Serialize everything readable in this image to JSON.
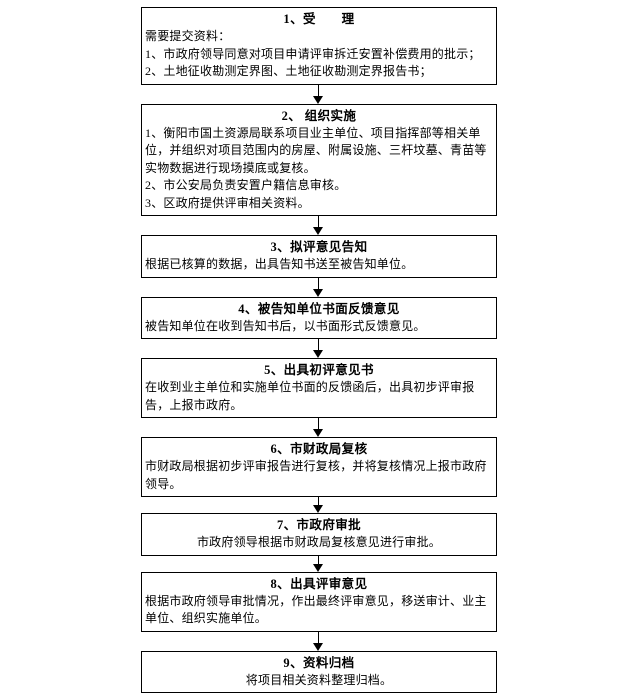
{
  "chart_data": {
    "type": "diagram",
    "diagram_kind": "vertical-flowchart",
    "title": "",
    "node_count": 9,
    "connector_style": "down-arrow",
    "colors": {
      "border": "#000000",
      "background": "#ffffff",
      "text": "#000000"
    }
  },
  "flowchart": {
    "nodes": [
      {
        "id": "node-1",
        "name": "shouli",
        "title": "1、受　　理",
        "align": "left",
        "lines": [
          "需要提交资料：",
          "1、市政府领导同意对项目申请评审拆迁安置补偿费用的批示；",
          "2、土地征收勘测定界图、土地征收勘测定界报告书；"
        ]
      },
      {
        "id": "node-2",
        "name": "zuzhi-shishi",
        "title": "2、 组织实施",
        "align": "left",
        "lines": [
          "1、衡阳市国土资源局联系项目业主单位、项目指挥部等相关单位，并组织对项目范围内的房屋、附属设施、三杆坟墓、青苗等实物数据进行现场摸底或复核。",
          "2、市公安局负责安置户籍信息审核。",
          "3、区政府提供评审相关资料。"
        ]
      },
      {
        "id": "node-3",
        "name": "niping-yijian-gaozhi",
        "title": "3、拟评意见告知",
        "align": "left",
        "lines": [
          "根据已核算的数据，出具告知书送至被告知单位。"
        ]
      },
      {
        "id": "node-4",
        "name": "beigaozhi-danwei-shumian-fankui",
        "title": "4、被告知单位书面反馈意见",
        "align": "left",
        "lines": [
          "被告知单位在收到告知书后，以书面形式反馈意见。"
        ]
      },
      {
        "id": "node-5",
        "name": "chuju-chuping-yijianshu",
        "title": "5、出具初评意见书",
        "align": "left",
        "lines": [
          "在收到业主单位和实施单位书面的反馈函后，出具初步评审报告，上报市政府。"
        ]
      },
      {
        "id": "node-6",
        "name": "shi-caizhengju-fuhe",
        "title": "6、市财政局复核",
        "align": "left",
        "lines": [
          "市财政局根据初步评审报告进行复核，并将复核情况上报市政府领导。"
        ]
      },
      {
        "id": "node-7",
        "name": "shi-zhengfu-shenpi",
        "title": "7、市政府审批",
        "align": "center",
        "lines": [
          "市政府领导根据市财政局复核意见进行审批。"
        ]
      },
      {
        "id": "node-8",
        "name": "chuju-pingshen-yijian",
        "title": "8、出具评审意见",
        "align": "left",
        "lines": [
          "根据市政府领导审批情况，作出最终评审意见，移送审计、业主单位、组织实施单位。"
        ]
      },
      {
        "id": "node-9",
        "name": "ziliao-guidang",
        "title": "9、资料归档",
        "align": "center",
        "lines": [
          "将项目相关资料整理归档。"
        ]
      }
    ]
  }
}
